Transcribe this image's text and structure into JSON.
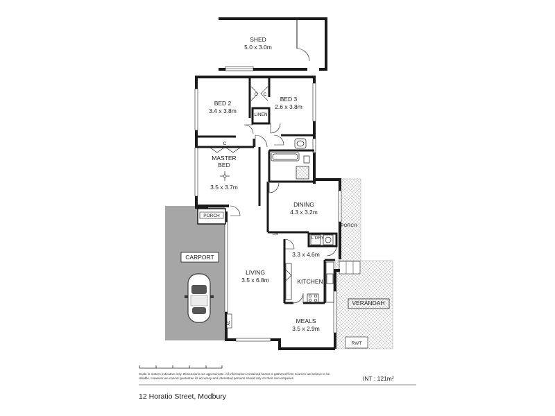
{
  "rooms": {
    "shed": {
      "name": "SHED",
      "dims": "5.0 x 3.0m"
    },
    "bed2": {
      "name": "BED 2",
      "dims": "3.4 x 3.8m"
    },
    "bed3": {
      "name": "BED 3",
      "dims": "2.6 x 3.8m"
    },
    "master": {
      "name1": "MASTER",
      "name2": "BED",
      "dims": "3.5 x 3.7m"
    },
    "dining": {
      "name": "DINING",
      "dims": "4.3 x 3.2m"
    },
    "kitchen": {
      "name": "KITCHEN",
      "dims": "3.3 x 4.6m"
    },
    "living": {
      "name": "LIVING",
      "dims": "3.5 x 6.8m"
    },
    "meals": {
      "name": "MEALS",
      "dims": "3.5 x 2.9m"
    },
    "carport": {
      "name": "CARPORT"
    },
    "verandah": {
      "name": "VERANDAH"
    }
  },
  "labels": {
    "linen": "LINEN",
    "robe": "C",
    "porch_front": "PORCH",
    "porch_side": "PORCH",
    "laundry": "L'DRY",
    "rwt": "RWT",
    "dw": "DW",
    "ac": "AC"
  },
  "footer": {
    "disclaimer": "Scale in metres indicative only. Dimensions are approximate. All information contained herein is gathered from sources we believe to be reliable. However we cannot guarantee its accuracy and interested persons should rely on their own enquiries",
    "area": "INT : 121m²",
    "address": "12 Horatio Street, Modbury"
  },
  "colors": {
    "wall": "#1a1a1a",
    "carport_fill": "#a6a6a6",
    "hatch": "#b0b0b0"
  }
}
